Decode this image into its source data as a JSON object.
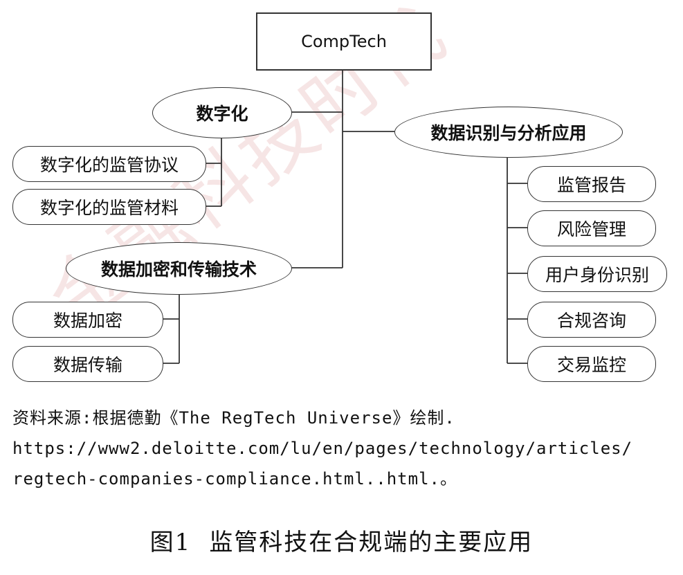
{
  "root": {
    "label": "CompTech"
  },
  "branches": {
    "digitization": {
      "label": "数字化",
      "children": [
        "数字化的监管协议",
        "数字化的监管材料"
      ]
    },
    "encryption": {
      "label": "数据加密和传输技术",
      "children": [
        "数据加密",
        "数据传输"
      ]
    },
    "identification": {
      "label": "数据识别与分析应用",
      "children": [
        "监管报告",
        "风险管理",
        "用户身份识别",
        "合规咨询",
        "交易监控"
      ]
    }
  },
  "source_note": "资料来源:根据德勤《The RegTech Universe》绘制. https://www2.deloitte.com/lu/en/pages/technology/articles/ regtech-companies-compliance.html..html.。",
  "figure": {
    "number": "图1",
    "title": "监管科技在合规端的主要应用"
  },
  "watermark": "金融科技时代",
  "colors": {
    "line": "#333333",
    "watermark": "#e0a3a3"
  }
}
